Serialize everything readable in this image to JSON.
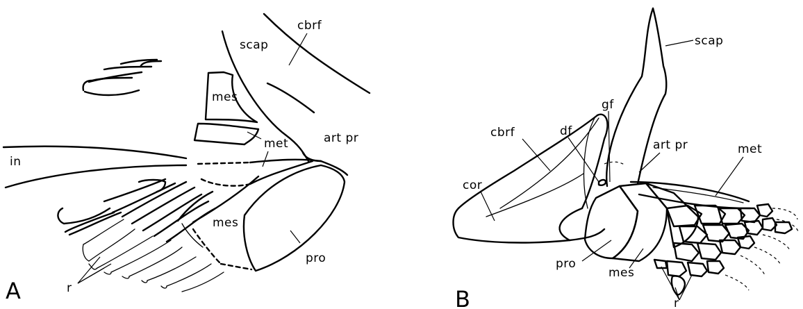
{
  "panels": [
    {
      "id": "A",
      "panel_label": "A",
      "labels": {
        "scap": "scap",
        "cbrf": "cbrf",
        "mes_upper": "mes",
        "met": "met",
        "art_pr": "art pr",
        "in": "in",
        "mes_lower": "mes",
        "pro": "pro",
        "r": "r"
      }
    },
    {
      "id": "B",
      "panel_label": "B",
      "labels": {
        "scap": "scap",
        "gf": "gf",
        "df": "df",
        "cbrf": "cbrf",
        "art_pr": "art pr",
        "met": "met",
        "cor": "cor",
        "pro": "pro",
        "mes": "mes",
        "r": "r"
      }
    }
  ]
}
